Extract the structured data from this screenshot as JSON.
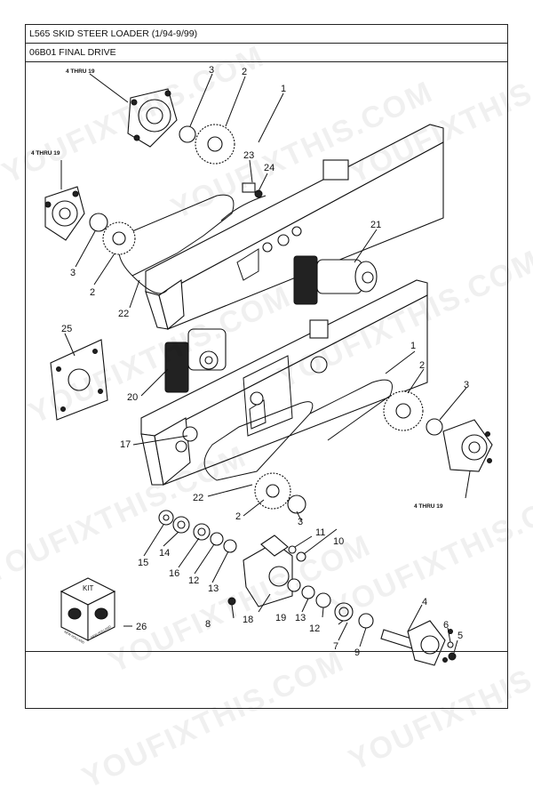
{
  "header": {
    "title": "L565 SKID STEER LOADER (1/94-9/99)",
    "section": "06B01 FINAL DRIVE"
  },
  "watermark": {
    "text": "YOUFIXTHIS.COM"
  },
  "callouts": {
    "c1a": "1",
    "c1b": "1",
    "c2a": "2",
    "c2b": "2",
    "c2c": "2",
    "c2d": "2",
    "c3a": "3",
    "c3b": "3",
    "c3c": "3",
    "c3d": "3",
    "c4": "4",
    "c5": "5",
    "c6": "6",
    "c7": "7",
    "c8": "8",
    "c9": "9",
    "c10": "10",
    "c11": "11",
    "c12a": "12",
    "c12b": "12",
    "c13a": "13",
    "c13b": "13",
    "c14": "14",
    "c15": "15",
    "c16": "16",
    "c17": "17",
    "c18": "18",
    "c19": "19",
    "c20": "20",
    "c21": "21",
    "c22a": "22",
    "c22b": "22",
    "c23": "23",
    "c24": "24",
    "c25": "25",
    "c26": "26",
    "thru_a": "4 THRU 19",
    "thru_b": "4 THRU 19",
    "thru_c": "4 THRU 19"
  },
  "kit": {
    "label": "KIT",
    "brand": "NEW HOLLAND"
  }
}
